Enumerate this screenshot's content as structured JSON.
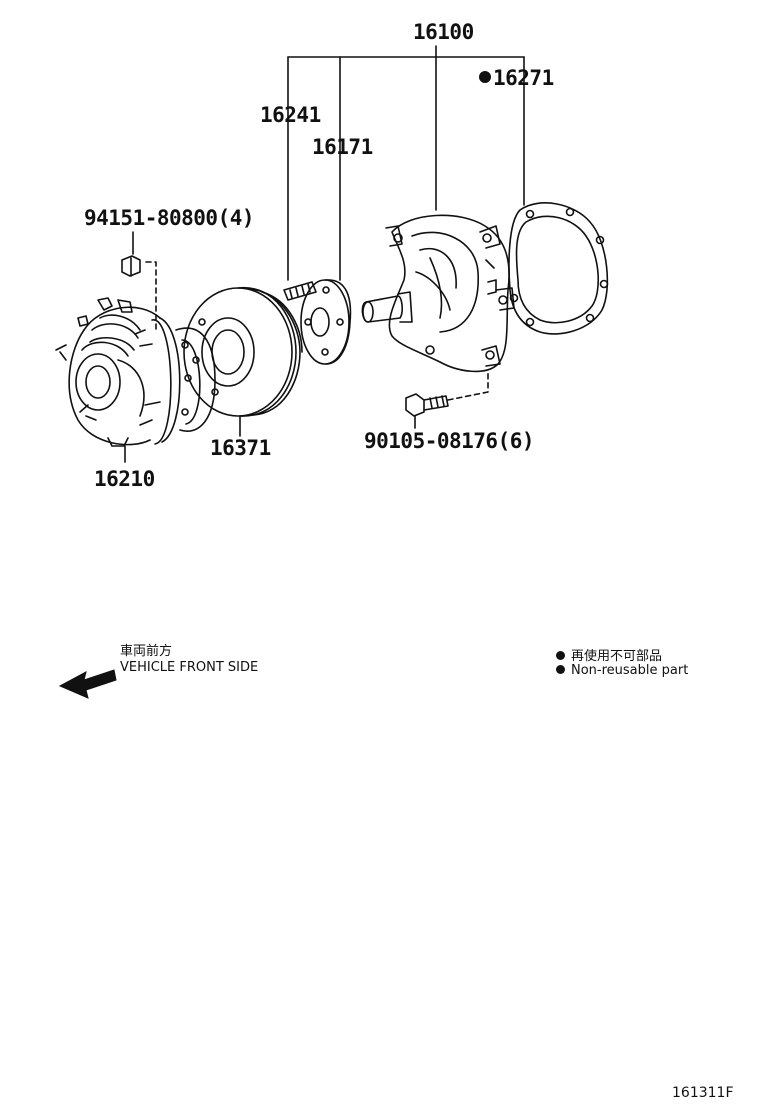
{
  "parts": {
    "assembly": "16100",
    "gasket": "16271",
    "stud": "16241",
    "flange": "16171",
    "nut": "94151-80800(4)",
    "pulley": "16371",
    "fan_clutch": "16210",
    "bolt": "90105-08176(6)"
  },
  "direction": {
    "japanese": "車両前方",
    "english": "VEHICLE FRONT SIDE"
  },
  "legend": {
    "japanese": "再使用不可部品",
    "english": "Non-reusable part"
  },
  "figure_code": "161311F"
}
